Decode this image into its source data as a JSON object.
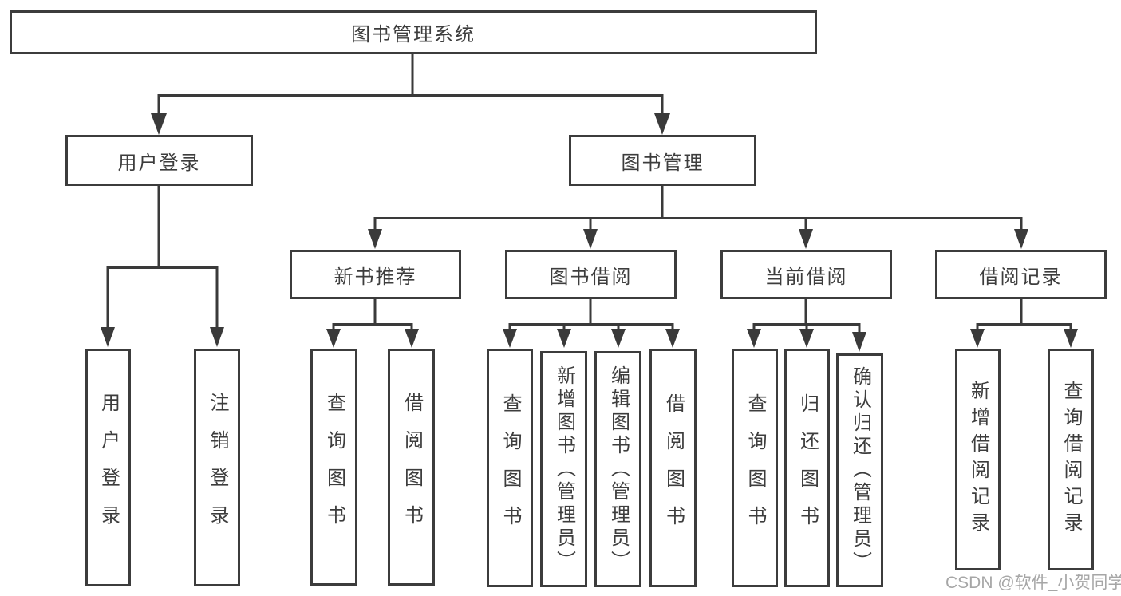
{
  "colors": {
    "line": "#3a3a3a",
    "box_border": "#3c3c3c",
    "text": "#3d3d3d",
    "watermark": "#969696"
  },
  "watermark": "CSDN @软件_小贺同学",
  "tree": {
    "root": "图书管理系统",
    "branches": [
      {
        "label": "用户登录",
        "children": [
          "用户登录",
          "注销登录"
        ]
      },
      {
        "label": "图书管理",
        "groups": [
          {
            "label": "新书推荐",
            "children": [
              "查询图书",
              "借阅图书"
            ]
          },
          {
            "label": "图书借阅",
            "children": [
              "查询图书",
              "新增图书（管理员）",
              "编辑图书（管理员）",
              "借阅图书"
            ]
          },
          {
            "label": "当前借阅",
            "children": [
              "查询图书",
              "归还图书",
              "确认归还（管理员）"
            ]
          },
          {
            "label": "借阅记录",
            "children": [
              "新增借阅记录",
              "查询借阅记录"
            ]
          }
        ]
      }
    ]
  }
}
